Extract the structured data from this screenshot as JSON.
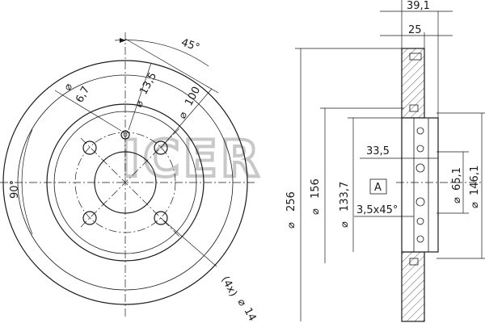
{
  "brand": {
    "watermark": "ICER",
    "watermark_color": "#c8c8c8"
  },
  "colors": {
    "line": "#1a1a1a",
    "background": "#ffffff"
  },
  "front_view": {
    "angle_top": "45°",
    "angle_left": "90°",
    "small_hole_diameter": "6,7",
    "locator_diameter": "13,5",
    "pcd_diameter": "100",
    "outer_diameter": "256",
    "bolt_holes": "(4x)",
    "bolt_hole_diameter": "14"
  },
  "side_view": {
    "overall_height": "39,1",
    "thickness": "25",
    "hat_diameter": "156",
    "inner_diameter": "133,7",
    "hat_height": "33,5",
    "center_bore": "65,1",
    "hub_diameter": "146,1",
    "datum": "A",
    "chamfer": "3,5x45°"
  }
}
